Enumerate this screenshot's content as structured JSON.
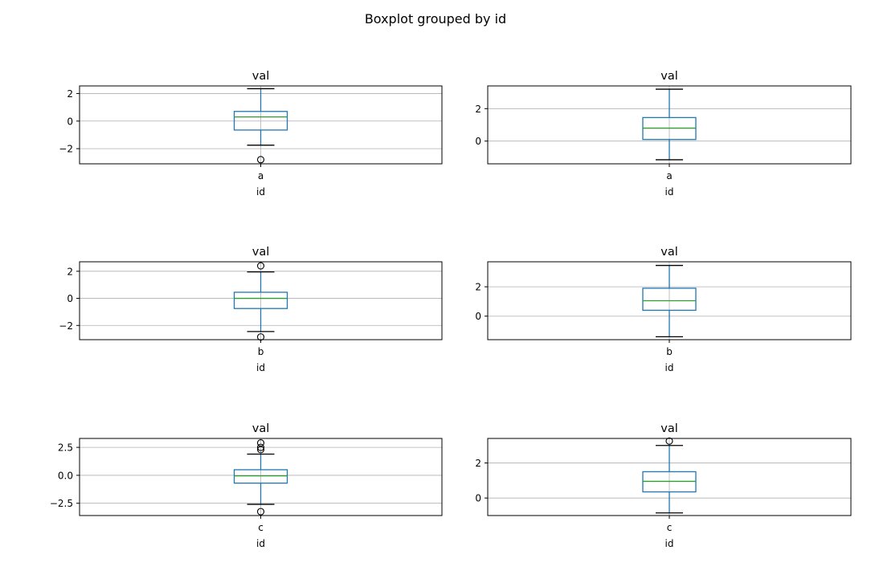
{
  "figure": {
    "suptitle": "Boxplot grouped by id"
  },
  "colors": {
    "box": "#1f77b4",
    "median": "#2ca02c",
    "grid": "#b0b0b0",
    "axes": "#000000"
  },
  "chart_data": [
    {
      "type": "box",
      "title": "val",
      "xlabel": "id",
      "categories": [
        "a"
      ],
      "ylim": [
        -3.1,
        2.55
      ],
      "yticks": [
        -2,
        0,
        2
      ],
      "ytick_labels": [
        "−2",
        "0",
        "2"
      ],
      "grid": true,
      "boxes": [
        {
          "whisker_low": -1.75,
          "q1": -0.65,
          "median": 0.3,
          "q3": 0.7,
          "whisker_high": 2.35,
          "outliers": [
            -2.8
          ]
        }
      ]
    },
    {
      "type": "box",
      "title": "val",
      "xlabel": "id",
      "categories": [
        "a"
      ],
      "ylim": [
        -1.4,
        3.4
      ],
      "yticks": [
        0,
        2
      ],
      "ytick_labels": [
        "0",
        "2"
      ],
      "grid": true,
      "boxes": [
        {
          "whisker_low": -1.15,
          "q1": 0.1,
          "median": 0.8,
          "q3": 1.45,
          "whisker_high": 3.2,
          "outliers": []
        }
      ]
    },
    {
      "type": "box",
      "title": "val",
      "xlabel": "id",
      "categories": [
        "b"
      ],
      "ylim": [
        -3.05,
        2.7
      ],
      "yticks": [
        -2,
        0,
        2
      ],
      "ytick_labels": [
        "−2",
        "0",
        "2"
      ],
      "grid": true,
      "boxes": [
        {
          "whisker_low": -2.45,
          "q1": -0.75,
          "median": 0.0,
          "q3": 0.45,
          "whisker_high": 1.95,
          "outliers": [
            2.4,
            -2.85
          ]
        }
      ]
    },
    {
      "type": "box",
      "title": "val",
      "xlabel": "id",
      "categories": [
        "b"
      ],
      "ylim": [
        -1.6,
        3.7
      ],
      "yticks": [
        0,
        2
      ],
      "ytick_labels": [
        "0",
        "2"
      ],
      "grid": true,
      "boxes": [
        {
          "whisker_low": -1.4,
          "q1": 0.4,
          "median": 1.05,
          "q3": 1.9,
          "whisker_high": 3.45,
          "outliers": []
        }
      ]
    },
    {
      "type": "box",
      "title": "val",
      "xlabel": "id",
      "categories": [
        "c"
      ],
      "ylim": [
        -3.6,
        3.3
      ],
      "yticks": [
        -2.5,
        0,
        2.5
      ],
      "ytick_labels": [
        "−2.5",
        "0.0",
        "2.5"
      ],
      "grid": true,
      "boxes": [
        {
          "whisker_low": -2.6,
          "q1": -0.7,
          "median": -0.05,
          "q3": 0.5,
          "whisker_high": 1.9,
          "outliers": [
            2.3,
            2.5,
            2.9,
            -3.25
          ]
        }
      ]
    },
    {
      "type": "box",
      "title": "val",
      "xlabel": "id",
      "categories": [
        "c"
      ],
      "ylim": [
        -1.0,
        3.4
      ],
      "yticks": [
        0,
        2
      ],
      "ytick_labels": [
        "0",
        "2"
      ],
      "grid": true,
      "boxes": [
        {
          "whisker_low": -0.85,
          "q1": 0.35,
          "median": 0.95,
          "q3": 1.5,
          "whisker_high": 3.0,
          "outliers": [
            3.25
          ]
        }
      ]
    }
  ]
}
